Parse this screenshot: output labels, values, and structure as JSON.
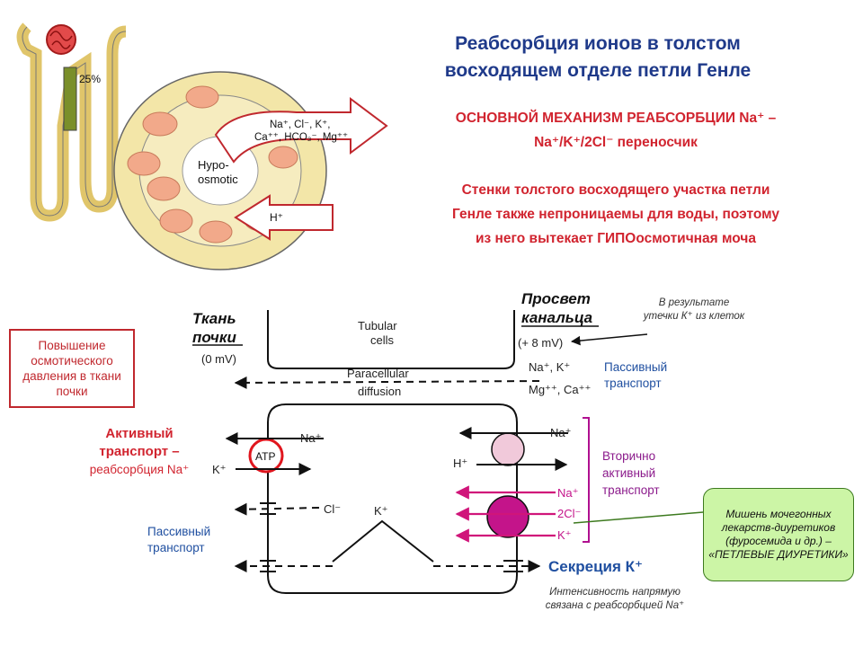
{
  "title_line1": "Реабсорбция ионов в толстом",
  "title_line2": "восходящем отделе петли Генле",
  "mechanism_line1": "ОСНОВНОЙ МЕХАНИЗМ РЕАБСОРБЦИИ Na⁺ –",
  "mechanism_line2": "Na⁺/K⁺/2Cl⁻ переносчик",
  "walls_line1": "Стенки толстого восходящего участка петли",
  "walls_line2": "Генле также непроницаемы для воды, поэтому",
  "walls_line3": "из него вытекает ГИПОосмотичная моча",
  "nephron": {
    "percent": "25%",
    "ions_line1": "Na⁺, Cl⁻, K⁺,",
    "ions_line2": "Ca⁺⁺, HCO₃⁻, Mg⁺⁺",
    "hypo1": "Hypo-",
    "hypo2": "osmotic",
    "h_plus": "H⁺"
  },
  "cell": {
    "tissue_label1": "Ткань",
    "tissue_label2": "почки",
    "tissue_mv": "(0 mV)",
    "lumen_label1": "Просвет",
    "lumen_label2": "канальца",
    "lumen_mv": "(+ 8 mV)",
    "tubular1": "Tubular",
    "tubular2": "cells",
    "paracellular1": "Paracellular",
    "paracellular2": "diffusion",
    "ions_pass1": "Na⁺, K⁺",
    "ions_pass2": "Mg⁺⁺, Ca⁺⁺",
    "atp": "ATP",
    "na_left": "Na⁺",
    "k_left": "K⁺",
    "cl_left": "Cl⁻",
    "k_mid": "K⁺",
    "na_right": "Na⁺",
    "h_right": "H⁺",
    "na_nkcc": "Na⁺",
    "cl_nkcc": "2Cl⁻",
    "k_nkcc": "K⁺"
  },
  "labels": {
    "result_note": "В результате утечки К⁺ из клеток",
    "passive_right1": "Пассивный",
    "passive_right2": "транспорт",
    "redbox": "Повышение осмотического давления в ткани почки",
    "active1": "Активный",
    "active2": "транспорт –",
    "active3": "реабсорбция Na⁺",
    "passive_left1": "Пассивный",
    "passive_left2": "транспорт",
    "secondary1": "Вторично",
    "secondary2": "активный",
    "secondary3": "транспорт",
    "greenbox": "Мишень мочегонных лекарств-диуретиков (фуросемида и др.) – «ПЕТЛЕВЫЕ ДИУРЕТИКИ»",
    "secretion": "Секреция К⁺",
    "intensity1": "Интенсивность напрямую",
    "intensity2": "связана с реабсорбцией Na⁺"
  },
  "colors": {
    "title_blue": "#1f3a8a",
    "red": "#d1242f",
    "magenta": "#b01080",
    "green_box": "#ccf5a6"
  }
}
